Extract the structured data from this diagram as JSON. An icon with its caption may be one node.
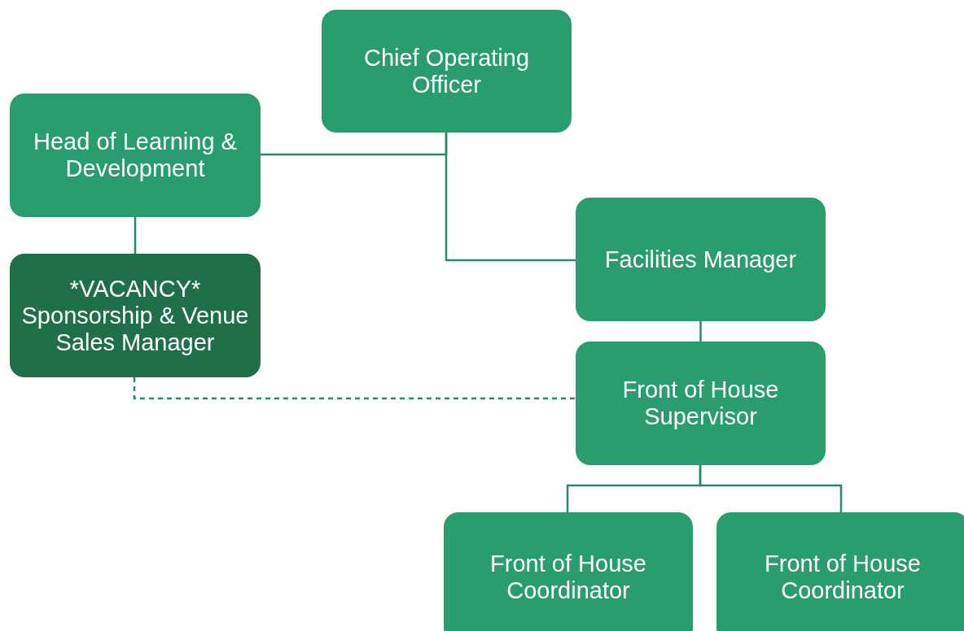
{
  "diagram": {
    "nodes": [
      {
        "text": [
          "Chief Operating Officer"
        ]
      },
      {
        "text": [
          "Head of Learning & Development"
        ]
      },
      {
        "text": [
          "*VACANCY* Sponsorship & Venue Sales Manager"
        ]
      },
      {
        "text": [
          "Facilities Manager"
        ]
      },
      {
        "text": [
          "Front of House Supervisor"
        ]
      },
      {
        "text": [
          "Front of House Coordinator"
        ]
      },
      {
        "text": [
          "Front of House Coordinator"
        ]
      }
    ],
    "edges": [
      {
        "from": 0,
        "to": 1,
        "arrow": "none"
      },
      {
        "from": 0,
        "to": 3,
        "arrow": "none"
      },
      {
        "from": 1,
        "to": 2,
        "arrow": "none"
      },
      {
        "from": 3,
        "to": 4,
        "arrow": "none"
      },
      {
        "from": 2,
        "to": 4,
        "arrow": "none",
        "style": "dashed"
      },
      {
        "from": 4,
        "to": 5,
        "arrow": "none"
      },
      {
        "from": 4,
        "to": 6,
        "arrow": "none"
      }
    ]
  }
}
